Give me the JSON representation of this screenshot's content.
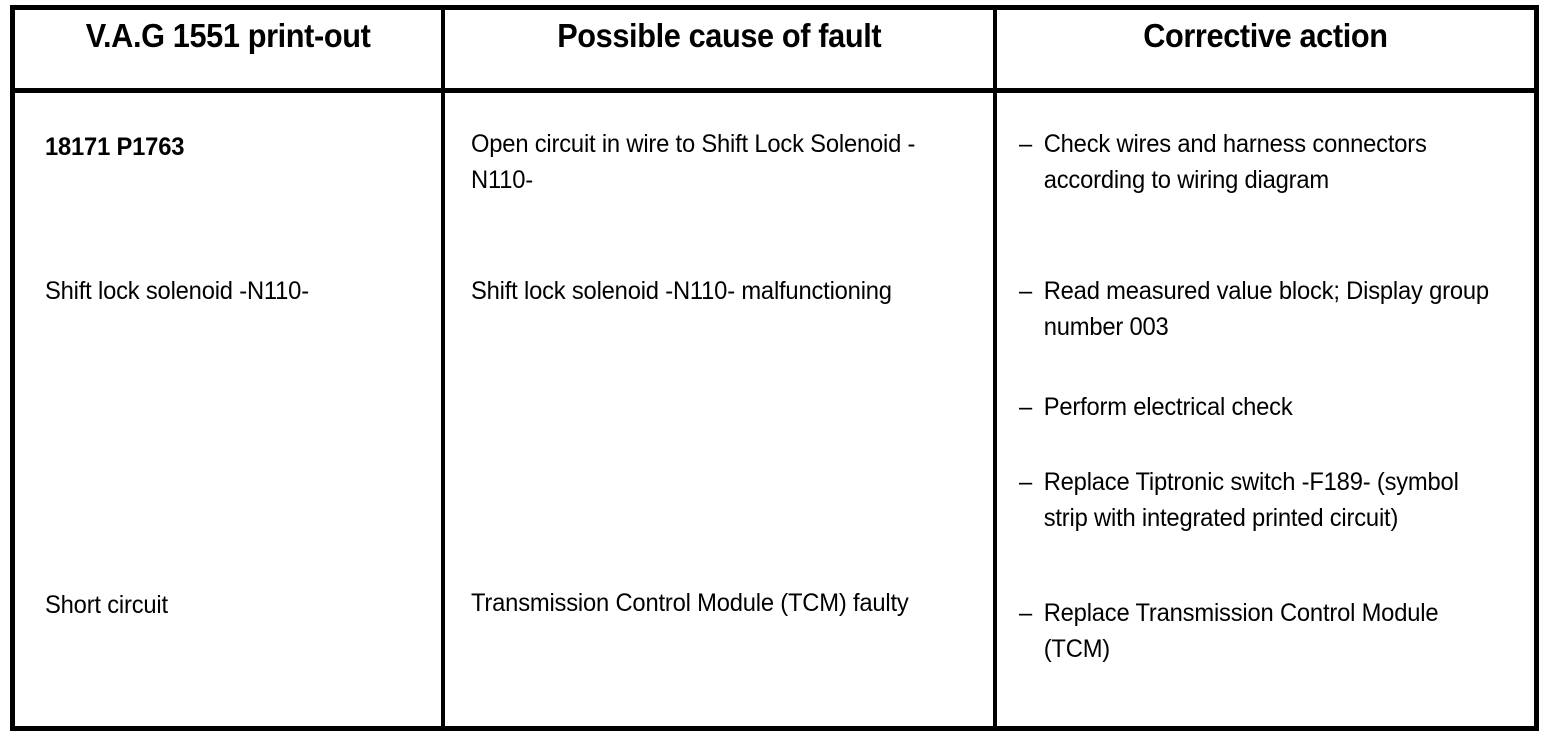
{
  "table": {
    "columns": [
      {
        "id": "vag-printout",
        "header": "V.A.G 1551 print-out"
      },
      {
        "id": "possible-cause",
        "header": "Possible cause of fault"
      },
      {
        "id": "corrective-action",
        "header": "Corrective action"
      }
    ],
    "printout_entries": [
      {
        "text": "18171 P1763",
        "bold": true
      },
      {
        "text": "Shift lock solenoid -N110-",
        "bold": false
      },
      {
        "text": "Short circuit",
        "bold": false
      }
    ],
    "cause_entries": [
      {
        "text": "Open circuit in wire to Shift Lock Solenoid -N110-"
      },
      {
        "text": "Shift lock solenoid -N110- malfunctioning"
      },
      {
        "text": "Transmission Control Module (TCM) faulty"
      }
    ],
    "corrective_entries": [
      {
        "dash": "–",
        "text": "Check wires and harness connectors according to wiring diagram"
      },
      {
        "dash": "–",
        "text": "Read measured value block; Display group number 003"
      },
      {
        "dash": "–",
        "text": "Perform electrical check"
      },
      {
        "dash": "–",
        "text": "Replace Tiptronic switch -F189- (symbol strip with integrated printed circuit)"
      },
      {
        "dash": "–",
        "text": "Replace Transmission Control Module (TCM)"
      }
    ],
    "colors": {
      "border": "#000000",
      "text": "#000000",
      "background": "#ffffff"
    }
  }
}
